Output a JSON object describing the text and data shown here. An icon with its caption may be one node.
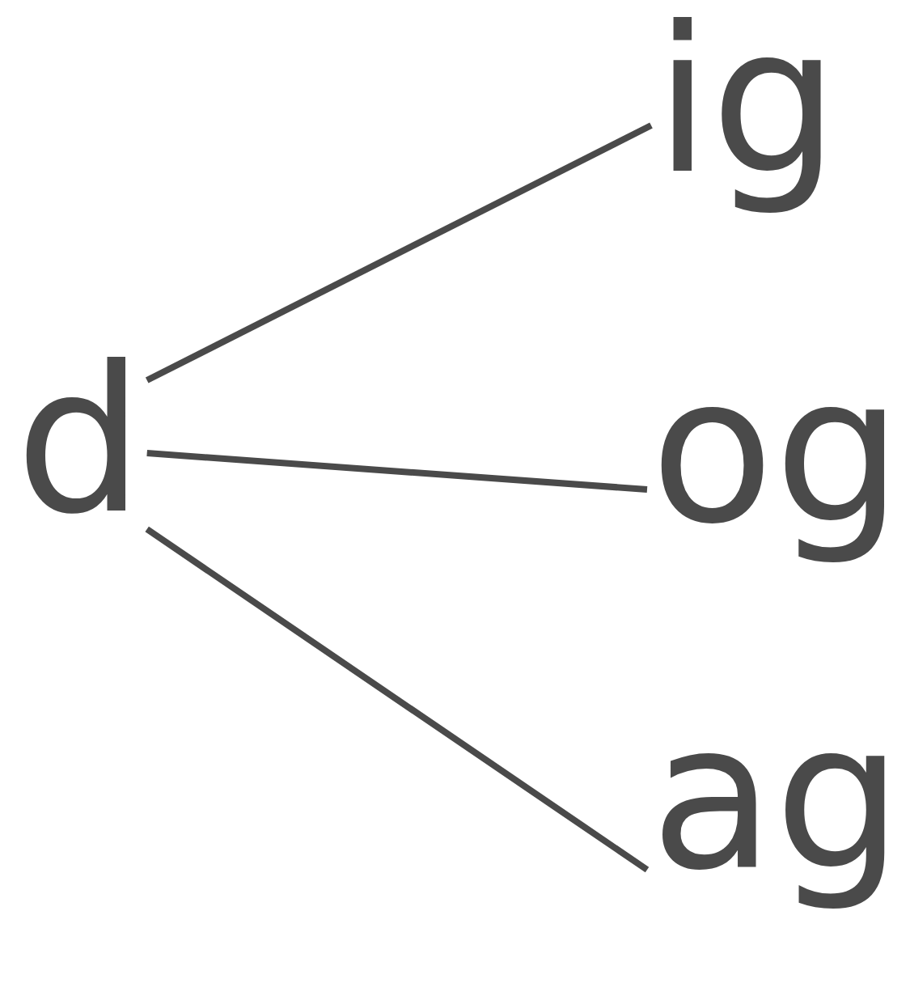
{
  "diagram": {
    "nodes": [
      {
        "text": [
          "d"
        ]
      },
      {
        "text": [
          "ig"
        ]
      },
      {
        "text": [
          "og"
        ]
      },
      {
        "text": [
          "ag"
        ]
      }
    ],
    "edges": [
      {
        "from": 0,
        "to": 1,
        "arrow": "none"
      },
      {
        "from": 0,
        "to": 2,
        "arrow": "none"
      },
      {
        "from": 0,
        "to": 3,
        "arrow": "none"
      }
    ]
  }
}
